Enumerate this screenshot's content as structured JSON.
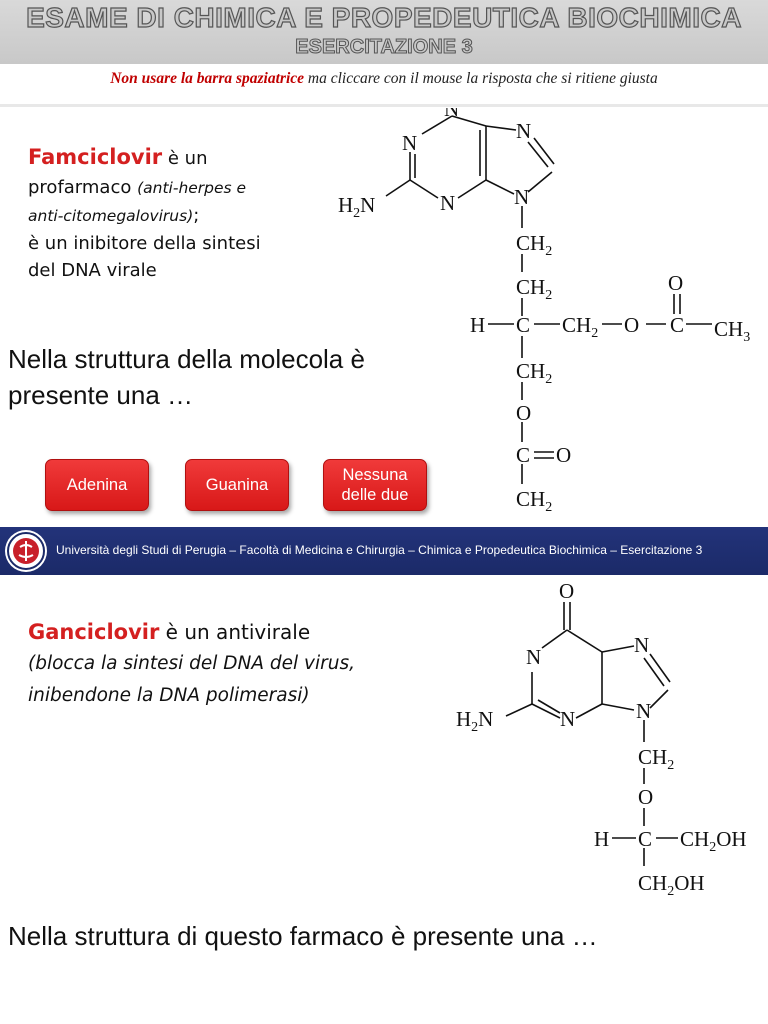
{
  "header": {
    "title": "ESAME DI CHIMICA E PROPEDEUTICA BIOCHIMICA",
    "subtitle": "ESERCITAZIONE 3",
    "instruction_emphasis": "Non usare la barra spaziatrice",
    "instruction_rest": " ma cliccare con il mouse la risposta che si ritiene giusta"
  },
  "slide1": {
    "drug_name": "Famciclovir",
    "line1_rest": " è un",
    "line2": "profarmaco ",
    "line2_italic": "(anti-herpes e",
    "line3_italic": "anti-citomegalovirus)",
    "line3_rest": ";",
    "line4": "è un inibitore della sintesi",
    "line5": "del DNA virale",
    "question_line1": "Nella struttura della molecola è",
    "question_line2": "presente una …",
    "answers": [
      "Adenina",
      "Guanina",
      "Nessuna delle due"
    ],
    "answer3_line1": "Nessuna",
    "answer3_line2": "delle due"
  },
  "footer": {
    "text": "Università degli Studi di Perugia – Facoltà di Medicina e Chirurgia – Chimica e Propedeutica Biochimica – Esercitazione 3"
  },
  "slide2": {
    "drug_name": "Ganciclovir",
    "line1_rest": " è un antivirale",
    "line2_italic": "(blocca la sintesi del DNA del virus,",
    "line3_italic": "inibendone la DNA polimerasi)",
    "question": "Nella struttura di questo farmaco è presente una …"
  },
  "structure1": {
    "labels": {
      "n_top": "N",
      "n_left": "N",
      "n_bottom": "N",
      "n9": "N",
      "h2n": "H",
      "h2n_sub": "2",
      "h2n_n": "N",
      "ch2_a": "CH",
      "ch2_b": "CH",
      "h": "H",
      "c": "C",
      "ch2_side": "CH",
      "o_side": "O",
      "c_side": "C",
      "o_carbonyl": "O",
      "ch3": "CH",
      "ch3_sub": "3",
      "ch2_c": "CH",
      "o_low": "O",
      "c_low": "C",
      "o_low2": "O",
      "ch2_d": "CH",
      "sub2": "2"
    }
  },
  "structure2": {
    "labels": {
      "o_top": "O",
      "n1": "N",
      "n3": "N",
      "n7": "N",
      "n9": "N",
      "h2n": "H",
      "h2n_sub": "2",
      "h2n_n": "N",
      "ch2": "CH",
      "sub2": "2",
      "o": "O",
      "h": "H",
      "c": "C",
      "ch2oh_right": "CH",
      "ch2oh_right_oh": "OH",
      "ch2oh_down": "CH",
      "ch2oh_down_oh": "OH"
    }
  }
}
